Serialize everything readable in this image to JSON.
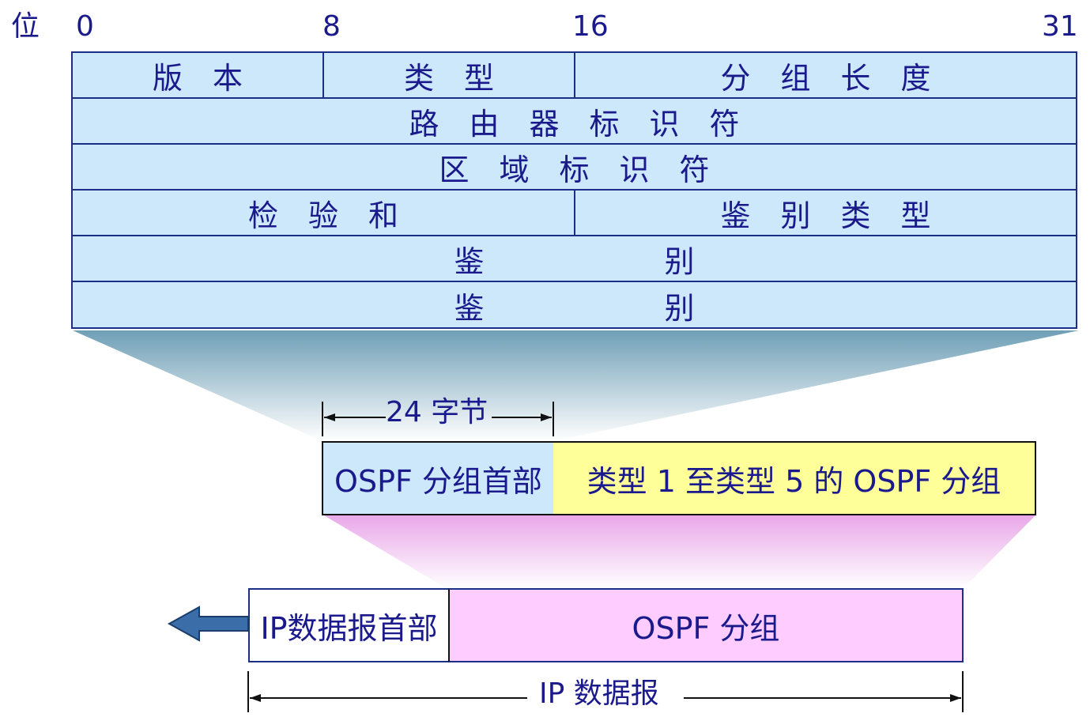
{
  "bit_axis": {
    "label": "位",
    "ticks": [
      "0",
      "8",
      "16",
      "31"
    ]
  },
  "header_fields": {
    "version": "版　本",
    "type": "类　型",
    "packet_length": "分　组　长　度",
    "router_id": "路　由　器　标　识　符",
    "area_id": "区　域　标　识　符",
    "checksum": "检　验　和",
    "auth_type": "鉴　别　类　型",
    "auth_1": "鉴　　　　　　别",
    "auth_2": "鉴　　　　　　别"
  },
  "ospf_packet": {
    "header_size": "24 字节",
    "header_label": "OSPF 分组首部",
    "body_label": "类型 1 至类型 5 的 OSPF 分组"
  },
  "ip_datagram": {
    "header_label": "IP数据报首部",
    "body_label": "OSPF 分组",
    "total_label": "IP 数据报"
  },
  "colors": {
    "header_fill": "#cce8fa",
    "ospf_body_fill": "#ffff99",
    "ip_body_fill": "#ffccff",
    "arrow_fill": "#3b6ea8",
    "text": "#1a1a8c"
  }
}
